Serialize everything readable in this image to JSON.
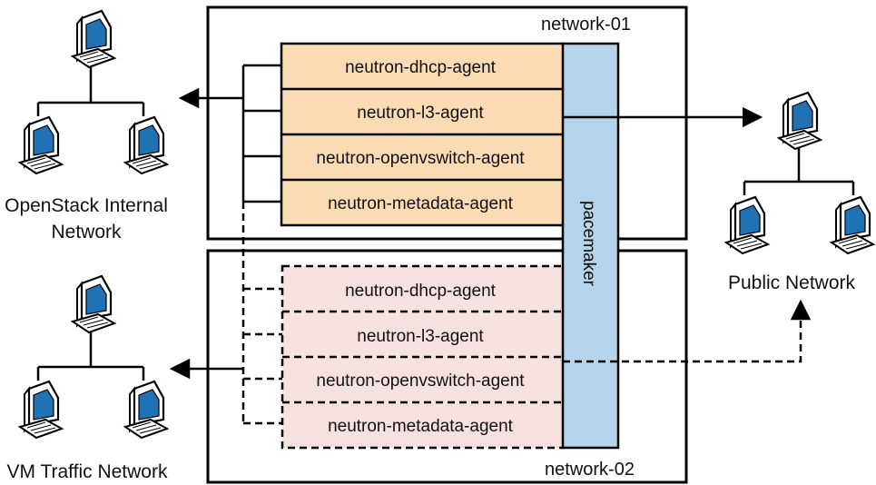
{
  "nodes": {
    "network01": "network-01",
    "network02": "network-02",
    "pacemaker": "pacemaker"
  },
  "agents_active": [
    "neutron-dhcp-agent",
    "neutron-l3-agent",
    "neutron-openvswitch-agent",
    "neutron-metadata-agent"
  ],
  "agents_standby": [
    "neutron-dhcp-agent",
    "neutron-l3-agent",
    "neutron-openvswitch-agent",
    "neutron-metadata-agent"
  ],
  "networks": {
    "internal_line1": "OpenStack Internal",
    "internal_line2": "Network",
    "vm_traffic": "VM Traffic Network",
    "public": "Public Network"
  },
  "colors": {
    "active_fill": "#fadbb3",
    "standby_fill": "#f6e1e1",
    "pacemaker_fill": "#b3d4ea",
    "monitor_blue": "#1f72b4"
  },
  "icons": {
    "computer": "computer-icon"
  }
}
